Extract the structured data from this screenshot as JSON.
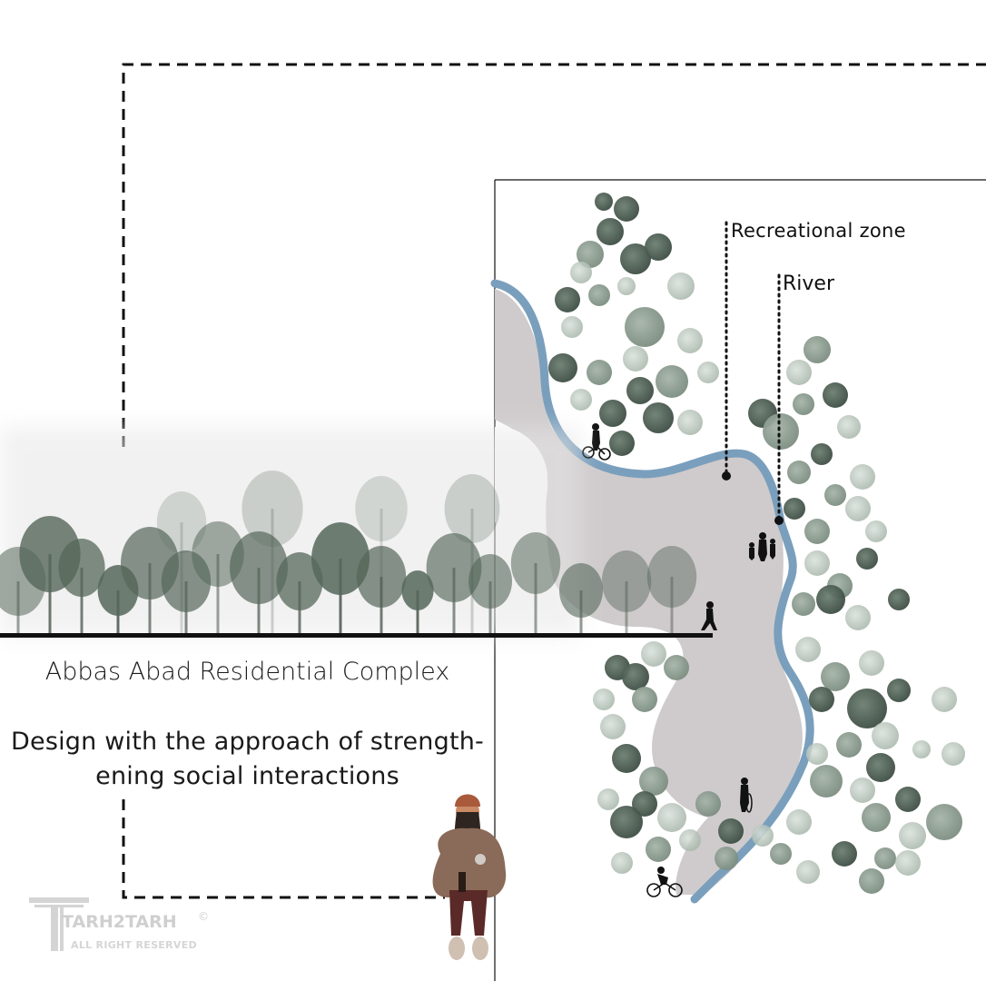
{
  "labels": {
    "recreational_zone": "Recreational zone",
    "river": "River"
  },
  "caption": {
    "title": "Abbas Abad Residential Complex",
    "subtitle_line1": "Design with the approach of strength-",
    "subtitle_line2": "ening social interactions"
  },
  "watermark": {
    "brand": "TARH2TARH",
    "rights": "ALL RIGHT RESERVED",
    "copyright_symbol": "©"
  },
  "colors": {
    "river": "#7a9fbd",
    "path": "#cfcbcc",
    "tree_dark": "#4d5e52",
    "tree_light": "#9aaa9e",
    "frame": "#000000"
  }
}
